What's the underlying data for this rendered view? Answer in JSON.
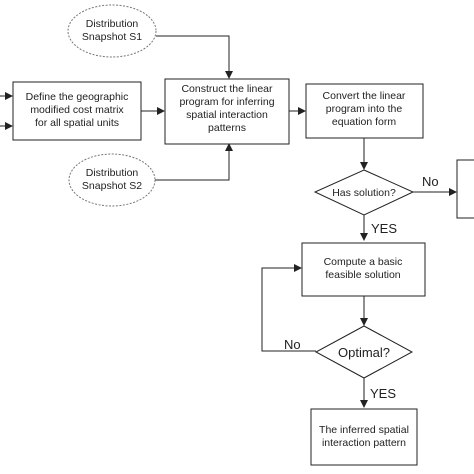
{
  "snapshot_s1": [
    "Distribution",
    "Snapshot S1"
  ],
  "snapshot_s2": [
    "Distribution",
    "Snapshot S2"
  ],
  "define_box": [
    "Define the geographic",
    "modified cost matrix",
    "for all spatial units"
  ],
  "construct_box": [
    "Construct the linear",
    "program for inferring",
    "spatial interaction",
    "patterns"
  ],
  "convert_box": [
    "Convert the linear",
    "program into the",
    "equation form"
  ],
  "has_solution": "Has solution?",
  "no_label_1": "No",
  "yes_label_1": "YES",
  "compute_box": [
    "Compute a basic",
    "feasible solution"
  ],
  "optimal": "Optimal?",
  "no_label_2": "No",
  "yes_label_2": "YES",
  "inferred_box": [
    "The inferred spatial",
    "interaction pattern"
  ]
}
